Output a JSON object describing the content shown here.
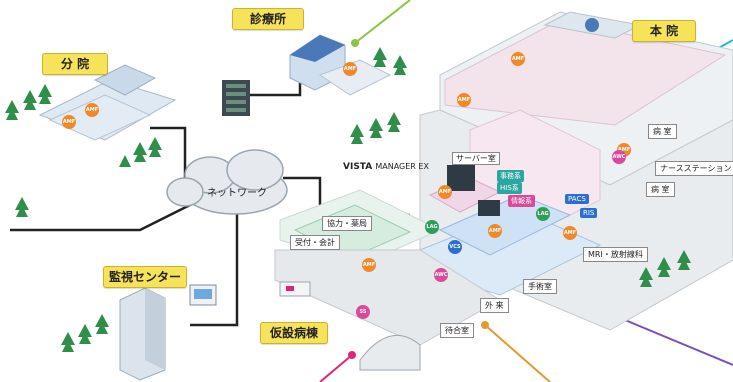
{
  "sites": {
    "branch": "分 院",
    "clinic": "診療所",
    "main": "本 院",
    "monitor": "監視センター",
    "temp": "仮設病棟"
  },
  "network": "ネットワーク",
  "product": {
    "logo_main": "VISTA",
    "logo_sub": "MANAGER EX"
  },
  "rooms": {
    "server": "サーバー室",
    "admin_sys": "事務系",
    "his": "HIS系",
    "info_sys": "情報系",
    "pacs": "PACS",
    "ris": "RIS",
    "cooperation": "協力・薬局",
    "reception": "受付・会計",
    "mri": "MRI・放射線科",
    "surgery": "手術室",
    "outpatient": "外 来",
    "waiting": "待合室",
    "ward": "病 室",
    "nurse_station": "ナースステーション",
    "ward2": "病 室"
  },
  "devices": {
    "amf": "AMF",
    "awc": "AWC",
    "lag": "LAG",
    "vcs": "VCS",
    "ss": "SS"
  },
  "colors": {
    "label_yellow": "#f7e35a",
    "amf_orange": "#f0892a",
    "awc_pink": "#d94b9a",
    "lag_green": "#2e9e5b",
    "his_teal": "#2aa7a0",
    "pacs_blue": "#2c6fd1",
    "line_green": "#8cc63f",
    "line_cyan": "#1fb5e6",
    "line_purple": "#7b4fc0",
    "line_magenta": "#e0247a",
    "line_orange": "#e39a2b"
  }
}
